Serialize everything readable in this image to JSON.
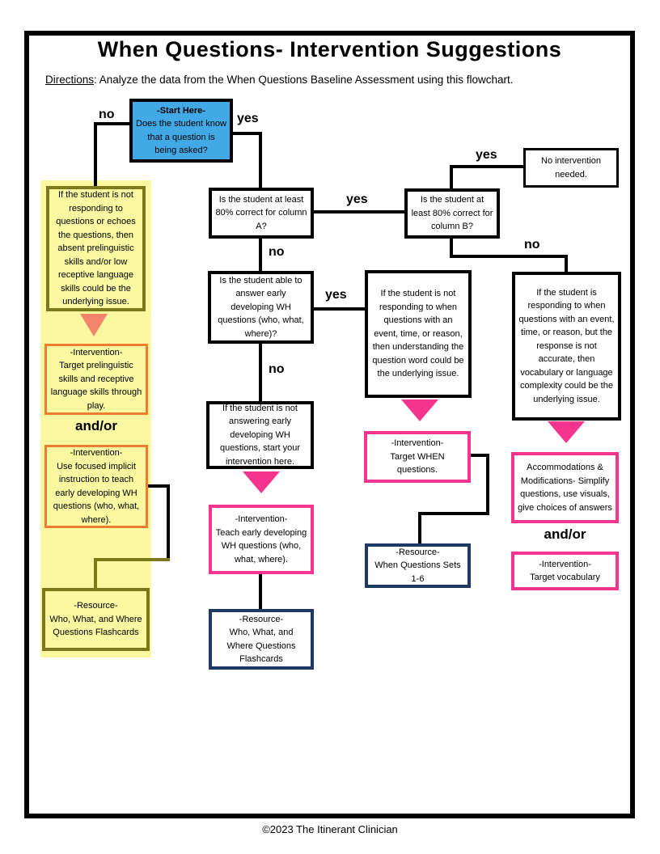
{
  "page": {
    "title": "When Questions- Intervention Suggestions",
    "directions_label": "Directions",
    "directions_rest": ": Analyze the data from the When Questions Baseline Assessment using this flowchart.",
    "footer": "©2023 The Itinerant Clinician"
  },
  "edges": {
    "yes": "yes",
    "no": "no",
    "and_or": "and/or"
  },
  "colors": {
    "start_blue": "#41a9e5",
    "panel_yellow": "#faf8a0",
    "olive": "#7c781c",
    "orange": "#ed7d31",
    "salmon": "#f4846c",
    "pink": "#f5348f",
    "navy": "#1f3864",
    "line_black": "#000000"
  },
  "nodes": {
    "start": {
      "title": "-Start Here-",
      "body": "Does the student know that a question is being asked?"
    },
    "left_issue": {
      "body": "If the student is not responding to questions or echoes the questions, then absent prelinguistic skills and/or low receptive language skills could be the underlying issue."
    },
    "left_intervention_1": {
      "title": "-Intervention-",
      "body": "Target prelinguistic skills and receptive language skills through play."
    },
    "left_intervention_2": {
      "title": "-Intervention-",
      "body": "Use focused implicit instruction to teach early developing WH questions (who, what, where)."
    },
    "left_resource": {
      "title": "-Resource-",
      "body": "Who, What, and Where Questions Flashcards"
    },
    "column_a": {
      "body": "Is the student at least 80% correct for column A?"
    },
    "column_b": {
      "body": "Is the student at least 80% correct for column B?"
    },
    "no_intervention": {
      "body": "No intervention needed."
    },
    "wh_question": {
      "body": "Is the student able to answer early developing WH questions (who, what, where)?"
    },
    "mid_issue": {
      "body": "If the student is not answering early developing WH questions, start your intervention here."
    },
    "mid_intervention": {
      "title": "-Intervention-",
      "body": "Teach early developing WH questions (who, what, where)."
    },
    "mid_resource": {
      "title": "-Resource-",
      "body": "Who, What, and Where Questions Flashcards"
    },
    "when_issue": {
      "body": "If the student is not responding to when questions with an event, time, or reason, then understanding the question word could be the underlying issue."
    },
    "when_intervention": {
      "title": "-Intervention-",
      "body": "Target WHEN questions."
    },
    "when_resource": {
      "title": "-Resource-",
      "body": "When Questions Sets 1-6"
    },
    "right_issue": {
      "body": "If the student is responding to when questions with an event, time, or reason, but the response is not accurate, then vocabulary or language complexity could be the underlying issue."
    },
    "accommodations": {
      "body": "Accommodations & Modifications- Simplify questions, use visuals, give choices of answers"
    },
    "right_intervention": {
      "title": "-Intervention-",
      "body": "Target vocabulary"
    }
  }
}
